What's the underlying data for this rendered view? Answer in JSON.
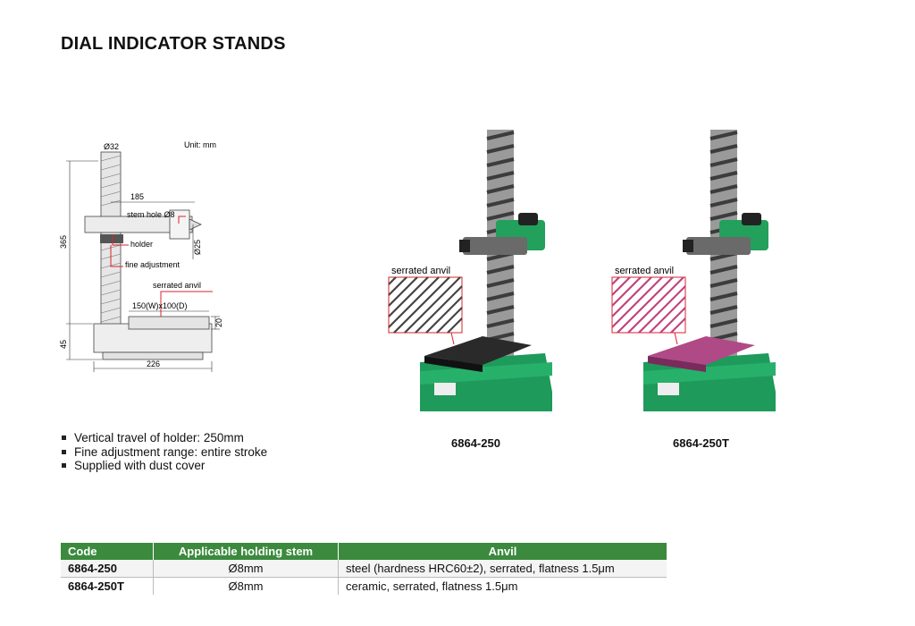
{
  "page_title": "DIAL INDICATOR STANDS",
  "drawing": {
    "unit": "Unit: mm",
    "dim_diameter": "Ø32",
    "dim_arm": "185",
    "stem_hole": "stem hole Ø8",
    "holder": "holder",
    "dim_holder_dia": "Ø25",
    "fine_adjustment": "fine adjustment",
    "serrated_anvil": "serrated anvil",
    "anvil_size": "150(W)x100(D)",
    "dim_anvil_h": "20",
    "dim_height": "365",
    "dim_base_h": "45",
    "dim_base_w": "226"
  },
  "products": [
    {
      "model": "6864-250",
      "inset_label": "serrated anvil",
      "anvil_color": "#2a2a2a"
    },
    {
      "model": "6864-250T",
      "inset_label": "serrated anvil",
      "anvil_color": "#b04a86"
    }
  ],
  "features": [
    "Vertical travel of holder: 250mm",
    "Fine adjustment range: entire stroke",
    "Supplied with dust cover"
  ],
  "table": {
    "headers": [
      "Code",
      "Applicable holding stem",
      "Anvil"
    ],
    "rows": [
      [
        "6864-250",
        "Ø8mm",
        "steel (hardness HRC60±2), serrated, flatness 1.5μm"
      ],
      [
        "6864-250T",
        "Ø8mm",
        "ceramic, serrated, flatness 1.5μm"
      ]
    ]
  },
  "colors": {
    "header_green": "#3b8a3e",
    "base_green": "#1e9a5a",
    "callout_red": "#d9232e"
  }
}
